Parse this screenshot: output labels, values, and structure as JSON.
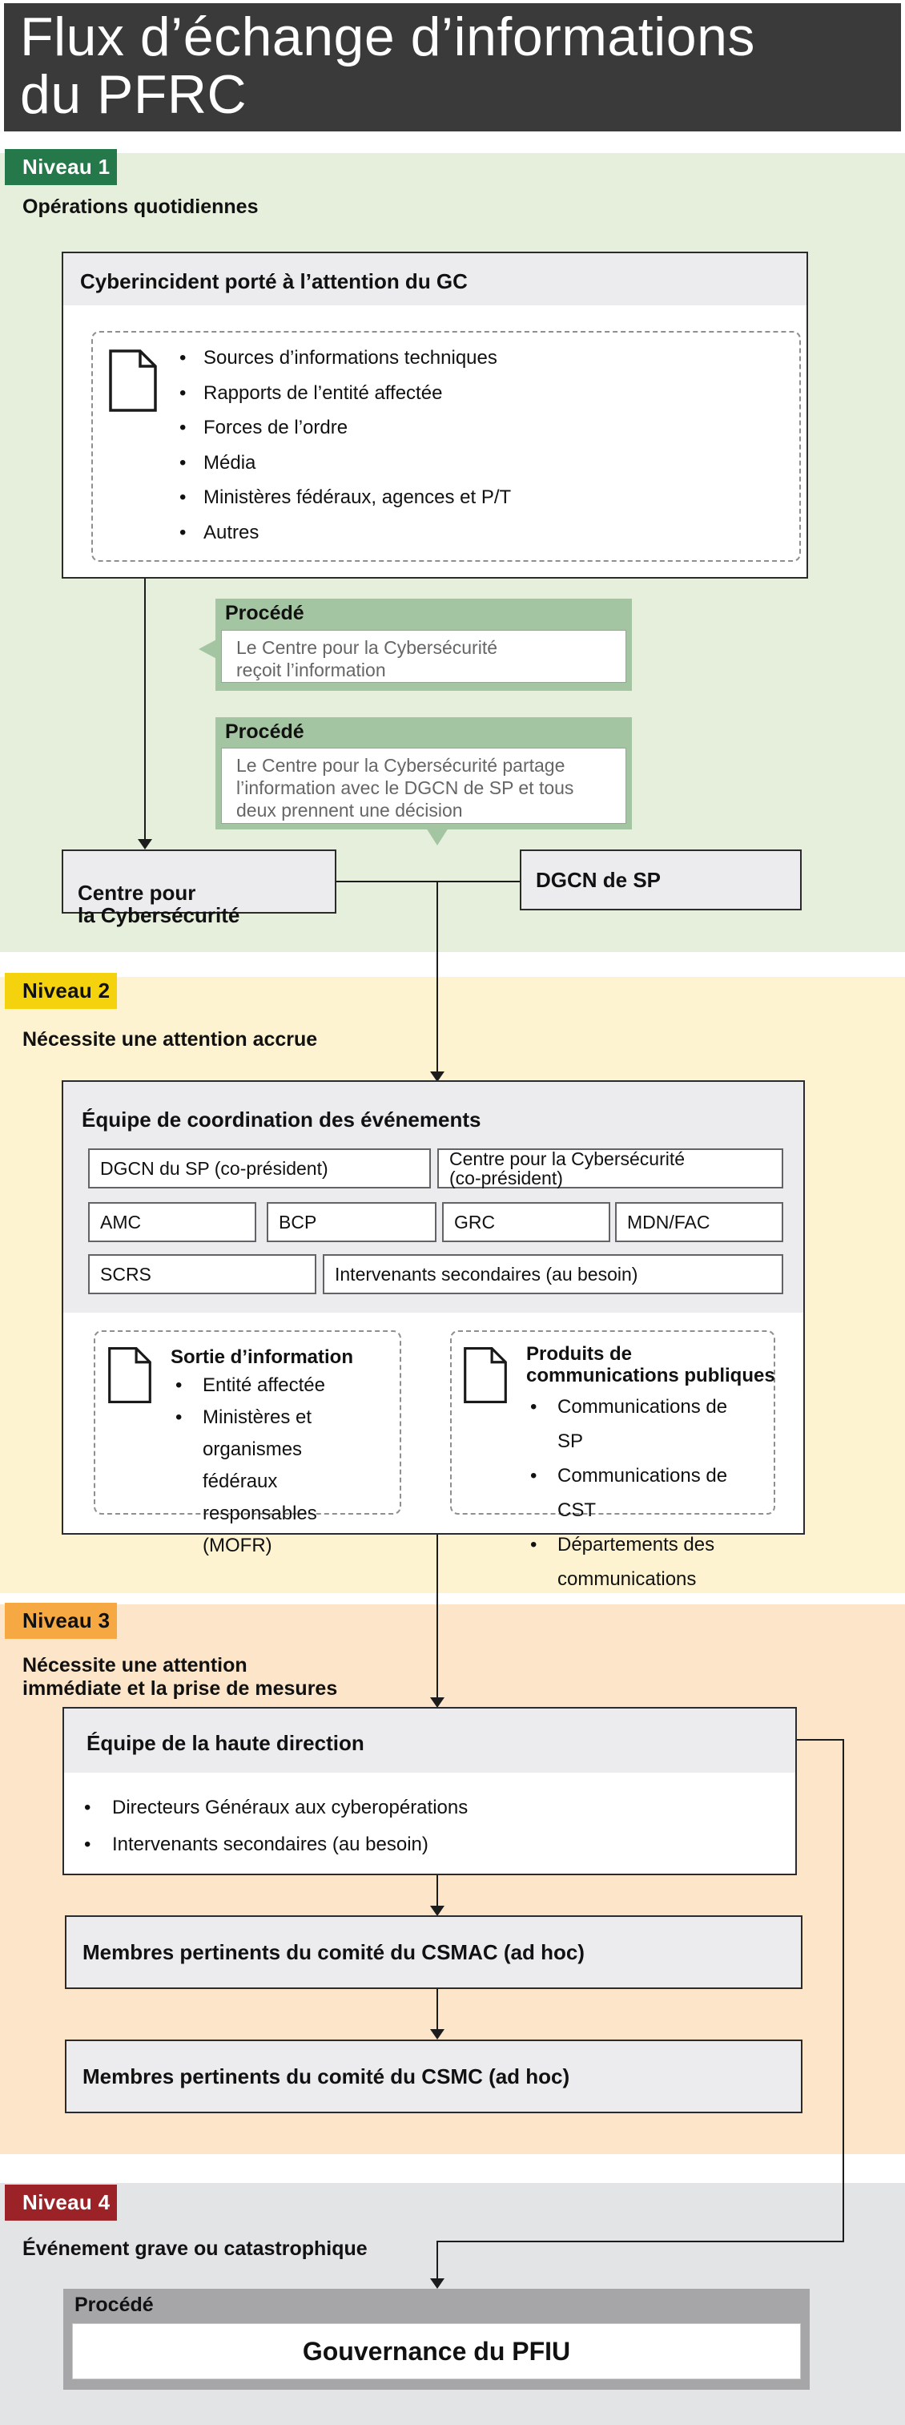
{
  "header": {
    "title": "Flux d’échange d’informations\ndu PFRC"
  },
  "level1": {
    "label": "Niveau 1",
    "subtitle": "Opérations quotidiennes",
    "incident": {
      "title": "Cyberincident porté à l’attention du GC",
      "bullets": [
        "Sources d’informations techniques",
        "Rapports de l’entité affectée",
        "Forces de l’ordre",
        "Média",
        "Ministères fédéraux, agences et P/T",
        "Autres"
      ]
    },
    "process1": {
      "label": "Procédé",
      "text": "Le Centre pour la Cybersécurité\nreçoit l’information"
    },
    "process2": {
      "label": "Procédé",
      "text": "Le Centre pour la Cybersécurité partage\nl’information avec le DGCN de SP et tous\ndeux prennent une décision"
    },
    "cyber_centre": "Centre pour\nla Cybersécurité",
    "dgcn": "DGCN de SP"
  },
  "level2": {
    "label": "Niveau 2",
    "subtitle": "Nécessite une attention accrue",
    "team": {
      "title": "Équipe de coordination des événements",
      "row1": [
        "DGCN du SP (co-président)",
        "Centre pour la Cybersécurité\n(co-président)"
      ],
      "row2": [
        "AMC",
        "BCP",
        "GRC",
        "MDN/FAC"
      ],
      "row3": [
        "SCRS",
        "Intervenants secondaires (au besoin)"
      ]
    },
    "info_output": {
      "title": "Sortie d’information",
      "bullets": [
        "Entité affectée",
        "Ministères et organismes fédéraux responsables (MOFR)"
      ]
    },
    "comms": {
      "title": "Produits de\ncommunications publiques",
      "bullets": [
        "Communications de SP",
        "Communications de CST",
        "Départements des communications"
      ]
    }
  },
  "level3": {
    "label": "Niveau 3",
    "subtitle": "Nécessite une attention\nimmédiate et la prise de mesures",
    "senior_team": {
      "title": "Équipe de la haute direction",
      "bullets": [
        "Directeurs Généraux aux cyberopérations",
        "Intervenants secondaires (au besoin)"
      ]
    },
    "csmac": "Membres pertinents du comité du CSMAC (ad hoc)",
    "csmc": "Membres pertinents du comité du CSMC (ad hoc)"
  },
  "level4": {
    "label": "Niveau 4",
    "subtitle": "Événement grave ou catastrophique",
    "process": {
      "label": "Procédé",
      "title": "Gouvernance du PFIU"
    }
  },
  "colors": {
    "header_bg": "#3a3a3a",
    "level1_accent": "#25784a",
    "level1_bg": "#e5efdc",
    "process_green": "#a4c5a1",
    "level2_accent": "#f4d20d",
    "level2_bg": "#fdf3d1",
    "level3_accent": "#f6a843",
    "level3_bg": "#fce5c9",
    "level4_accent": "#9b2328",
    "level4_bg": "#e3e4e6",
    "process_gray": "#a6a6a8",
    "box_fill": "#ececee",
    "box_border": "#2b2b2b"
  }
}
